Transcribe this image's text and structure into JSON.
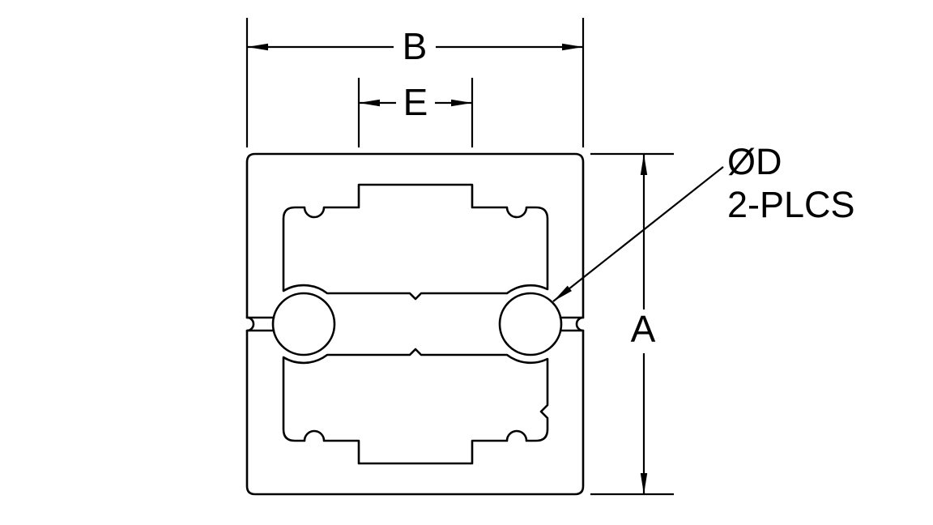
{
  "colors": {
    "background": "#ffffff",
    "line": "#000000",
    "text": "#000000"
  },
  "labels": {
    "dim_width": "B",
    "dim_inner": "E",
    "dim_height": "A",
    "callout_line1": "ØD",
    "callout_line2": "2-PLCS"
  }
}
